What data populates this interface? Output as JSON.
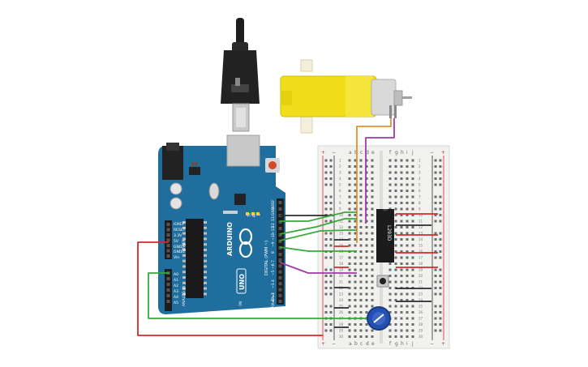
{
  "arduino": {
    "brand_vertical": "ARDUINO",
    "model": "UNO",
    "aref": "AREF",
    "gnd": "GND",
    "pin13": "13",
    "pin12": "12",
    "pin11": "~11",
    "pin10": "~10",
    "pin9": "~9",
    "pin8": "8",
    "pin7": "7",
    "pin6": "~6",
    "pin5": "~5",
    "pin4": "4",
    "pin3": "~3",
    "pin2": "2",
    "tx1": "TX▸1",
    "rx0": "RX◂0",
    "digital_label": "DIGITAL (PWM ~)",
    "power_label": "POWER",
    "analog_label": "ANALOG IN",
    "ioref": "IOREF",
    "reset": "RESET",
    "v33": "3.3V",
    "v5": "5V",
    "gnd1": "GND",
    "gnd2": "GND",
    "vin": "Vin",
    "a0": "A0",
    "a1": "A1",
    "a2": "A2",
    "a3": "A3",
    "a4": "A4",
    "a5": "A5",
    "tx_led": "TX",
    "rx_led": "RX",
    "l_led": "L",
    "on_led": "ON"
  },
  "breadboard": {
    "col_top_a": "a",
    "col_top_b": "b",
    "col_top_c": "c",
    "col_top_d": "d",
    "col_top_e": "e",
    "col_top_f": "f",
    "col_top_g": "g",
    "col_top_h": "h",
    "col_top_i": "i",
    "col_top_j": "j",
    "col_bot_a": "a",
    "col_bot_b": "b",
    "col_bot_c": "c",
    "col_bot_d": "d",
    "col_bot_e": "e",
    "col_bot_f": "f",
    "col_bot_g": "g",
    "col_bot_h": "h",
    "col_bot_i": "i",
    "col_bot_j": "j",
    "plus_tl": "+",
    "minus_tl": "−",
    "minus_tr": "−",
    "plus_tr": "+",
    "plus_bl": "+",
    "minus_bl": "−",
    "minus_br": "−",
    "plus_br": "+",
    "rows": [
      "1",
      "2",
      "3",
      "4",
      "5",
      "6",
      "7",
      "8",
      "9",
      "10",
      "11",
      "12",
      "13",
      "14",
      "15",
      "16",
      "17",
      "18",
      "19",
      "20",
      "21",
      "22",
      "23",
      "24",
      "25",
      "26",
      "27",
      "28",
      "29",
      "30"
    ]
  },
  "ic": {
    "label": "L293D"
  },
  "colors": {
    "board": "#1f6e9e",
    "wire_green": "#3aa83a",
    "wire_red": "#d62a2a",
    "wire_black": "#2b2b2b",
    "wire_purple": "#a23aa6",
    "wire_orange": "#e3912a",
    "motor_yellow": "#f2dd1a",
    "pot_blue": "#2450b0"
  }
}
